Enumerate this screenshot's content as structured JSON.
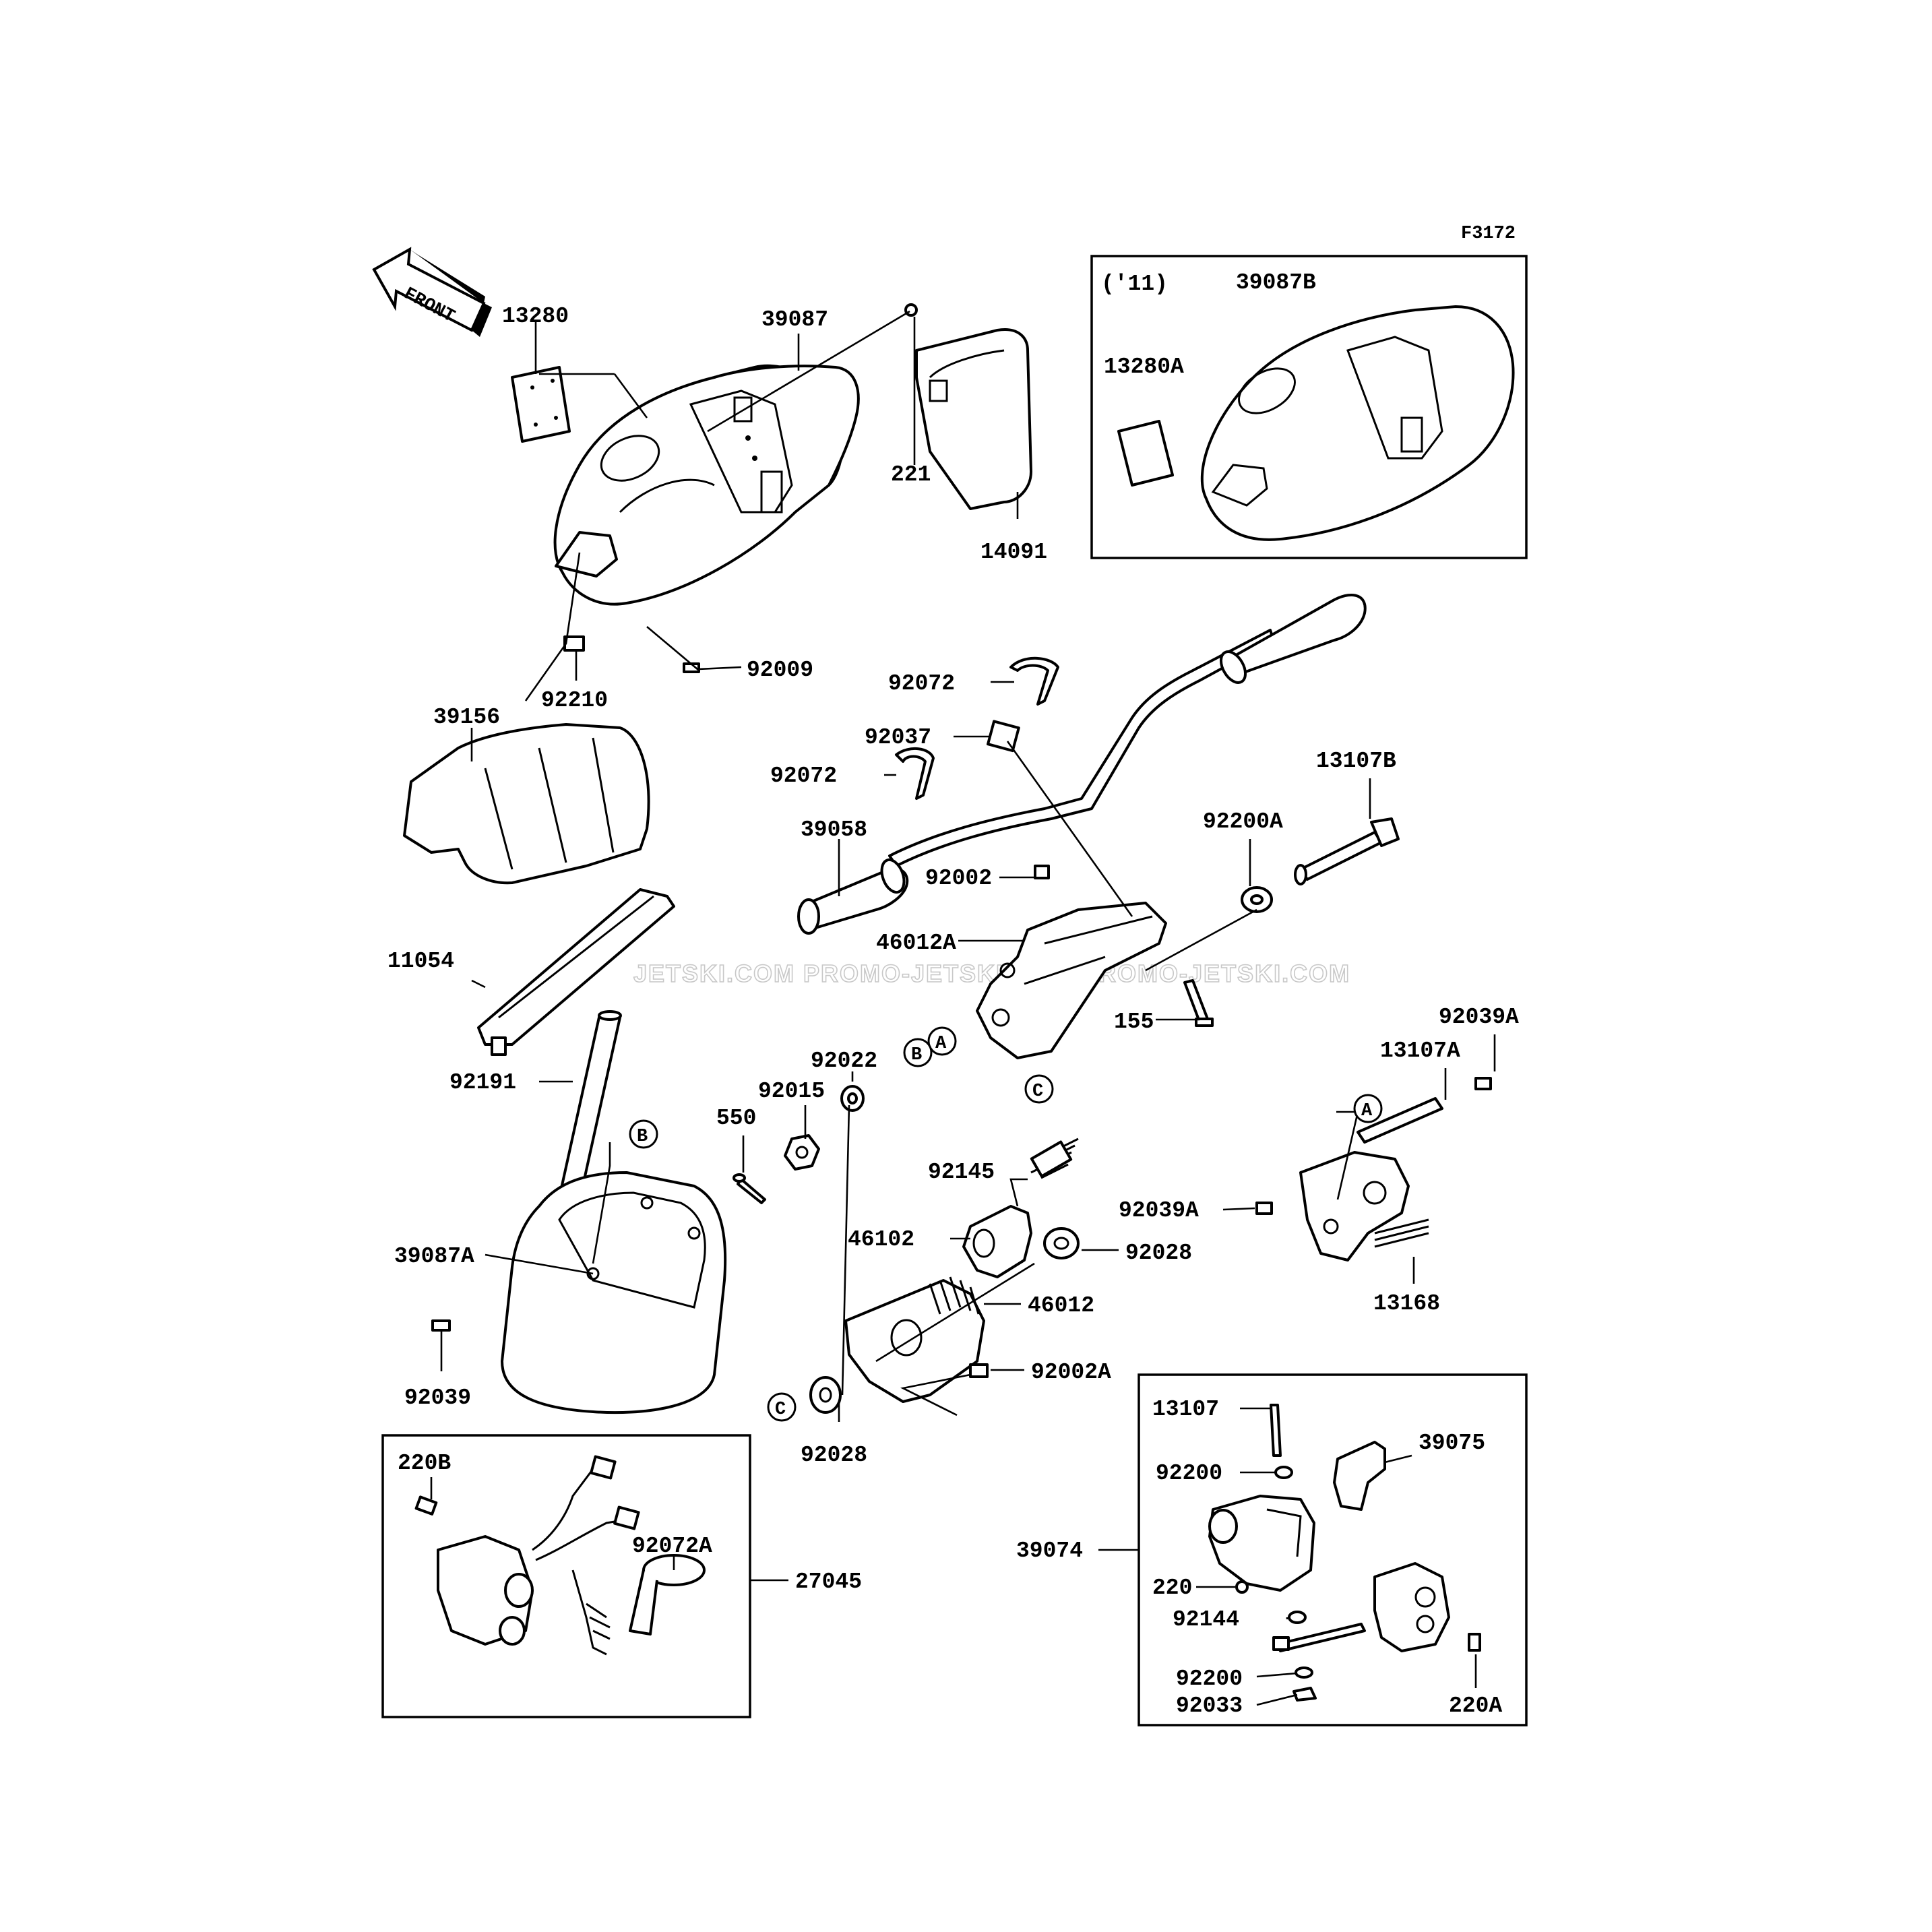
{
  "figure_id": "F3172",
  "front_arrow_label": "FRONT",
  "watermark": "JETSKI.COM  PROMO-JETSKI.COM  PROMO-JETSKI.COM",
  "inset_year_label": "('11)",
  "ref_markers": [
    "A",
    "B",
    "C"
  ],
  "part_numbers": {
    "p13280": "13280",
    "p39087": "39087",
    "p221": "221",
    "p14091": "14091",
    "p92009": "92009",
    "p92210": "92210",
    "p39087B": "39087B",
    "p13280A": "13280A",
    "p39156": "39156",
    "p11054": "11054",
    "p92191": "92191",
    "p92072_top": "92072",
    "p92037": "92037",
    "p92072_mid": "92072",
    "p39058": "39058",
    "p92002": "92002",
    "p46012A": "46012A",
    "p13107B": "13107B",
    "p92200A": "92200A",
    "p155": "155",
    "p92039A_top": "92039A",
    "p13107A": "13107A",
    "p92022": "92022",
    "p92015": "92015",
    "p550": "550",
    "p92145": "92145",
    "p46102": "46102",
    "p92028_top": "92028",
    "p46012": "46012",
    "p92002A": "92002A",
    "p92028_bot": "92028",
    "p92039A_mid": "92039A",
    "p13168": "13168",
    "p39087A": "39087A",
    "p92039": "92039",
    "p220B": "220B",
    "p92072A": "92072A",
    "p27045": "27045",
    "p13107": "13107",
    "p39075": "39075",
    "p92200_top": "92200",
    "p39074": "39074",
    "p220": "220",
    "p92144": "92144",
    "p92200_bot": "92200",
    "p92033": "92033",
    "p220A": "220A"
  }
}
